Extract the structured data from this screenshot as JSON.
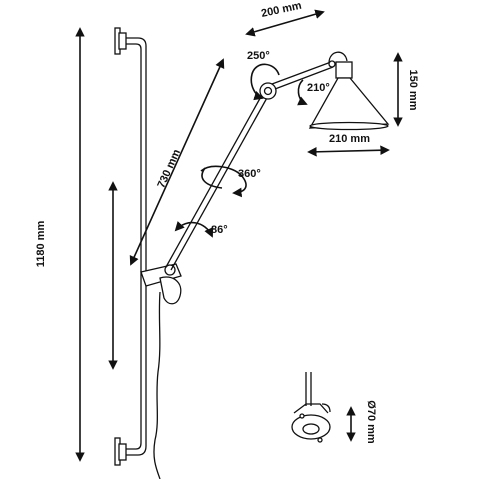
{
  "dimensions": {
    "shade_width": "200 mm",
    "shade_height": "150 mm",
    "shade_diameter": "210 mm",
    "arm_length": "730 mm",
    "total_height": "1180 mm",
    "base_diameter": "Ø70 mm"
  },
  "angles": {
    "shade_tilt": "250°",
    "shade_swivel": "210°",
    "arm_rotation": "360°",
    "arm_pivot": "86°"
  },
  "colors": {
    "line": "#111111",
    "shade_fill": "#ffffff",
    "background": "#ffffff"
  }
}
